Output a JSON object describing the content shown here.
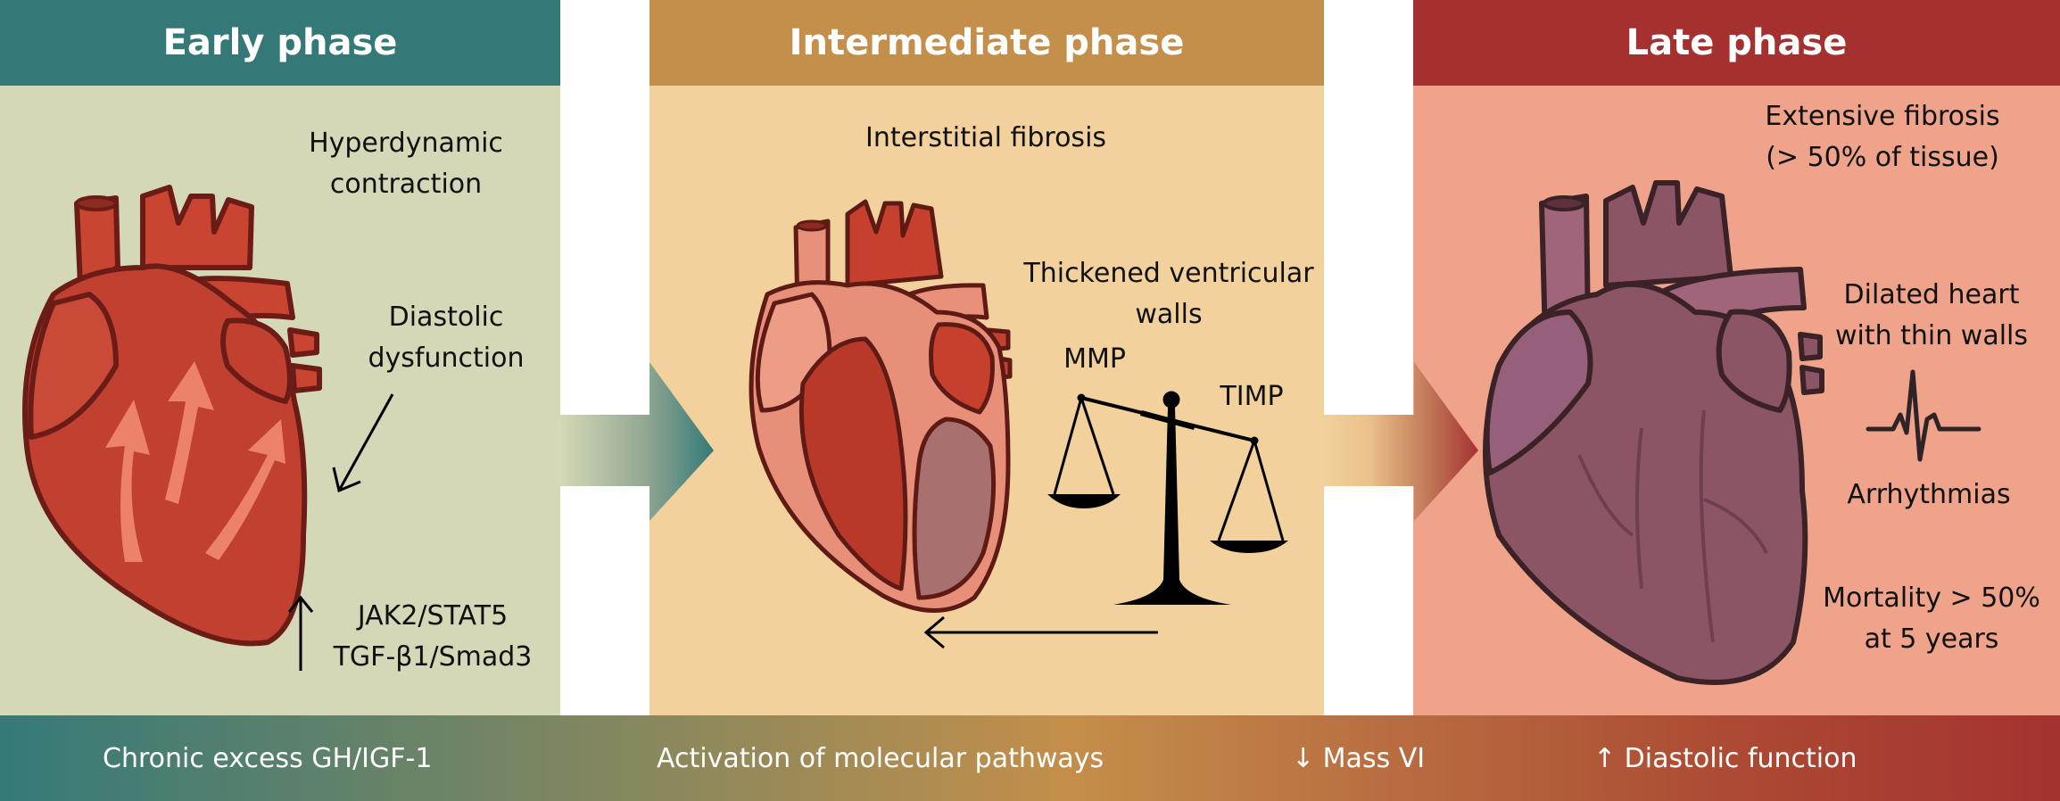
{
  "phases": {
    "early": {
      "title": "Early phase",
      "header_color": "#347977",
      "bg_color": "#d4d8b6",
      "labels": {
        "hyperdynamic_1": "Hyperdynamic",
        "hyperdynamic_2": "contraction",
        "diastolic_1": "Diastolic",
        "diastolic_2": "dysfunction",
        "pathway_1": "JAK2/STAT5",
        "pathway_2": "TGF-β1/Smad3"
      },
      "icons": [
        "heart-icon",
        "upward-flow-arrows-icon",
        "diagonal-arrow-icon",
        "up-arrow-icon"
      ]
    },
    "intermediate": {
      "title": "Intermediate phase",
      "header_color": "#c48f4a",
      "bg_color": "#f2d19c",
      "labels": {
        "interstitial": "Interstitial fibrosis",
        "thickened_1": "Thickened ventricular",
        "thickened_2": "walls",
        "mmp": "MMP",
        "timp": "TIMP"
      },
      "icons": [
        "heart-cross-section-icon",
        "balance-scale-icon",
        "left-arrow-icon"
      ]
    },
    "late": {
      "title": "Late phase",
      "header_color": "#a53030",
      "bg_color": "#eea38a",
      "labels": {
        "extensive_1": "Extensive fibrosis",
        "extensive_2": "(> 50% of tissue)",
        "dilated_1": "Dilated heart",
        "dilated_2": "with thin walls",
        "arrhythmias": "Arrhythmias",
        "mortality_1": "Mortality > 50%",
        "mortality_2": "at 5 years"
      },
      "icons": [
        "dilated-heart-icon",
        "ecg-waveform-icon"
      ]
    }
  },
  "transitions": [
    {
      "from": "early",
      "to": "intermediate",
      "icon": "right-arrow-icon",
      "color": "#357a78"
    },
    {
      "from": "intermediate",
      "to": "late",
      "icon": "right-arrow-icon",
      "color": "#a63232"
    }
  ],
  "bottom_bar": {
    "items": [
      "Chronic excess GH/IGF-1",
      "Activation of molecular pathways",
      "↓ Mass VI",
      "↑ Diastolic function"
    ]
  }
}
